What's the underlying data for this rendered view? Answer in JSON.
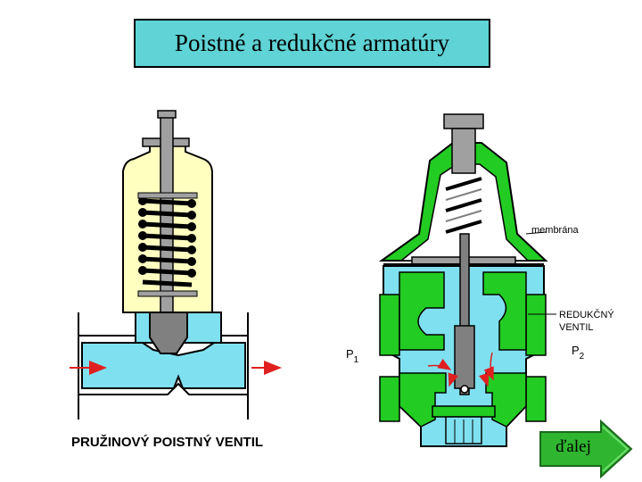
{
  "title": "Poistné a redukčné armatúry",
  "labels": {
    "safety_valve": "PRUŽINOVÝ POISTNÝ VENTIL",
    "membrana": "membrána",
    "reducny_line1": "REDUKČNÝ",
    "reducny_line2": "VENTIL",
    "p1_main": "P",
    "p1_sub": "1",
    "p2_main": "P",
    "p2_sub": "2"
  },
  "nav": {
    "next_label": "ďalej"
  },
  "colors": {
    "fluid": "#7fe0f0",
    "spring_housing": "#ffffc0",
    "casting": "#22cc22",
    "flow_arrow": "#e02020",
    "title_bg": "#5fd3d6",
    "metal": "#a0a0a0",
    "nav_button": "#2fb52f"
  }
}
